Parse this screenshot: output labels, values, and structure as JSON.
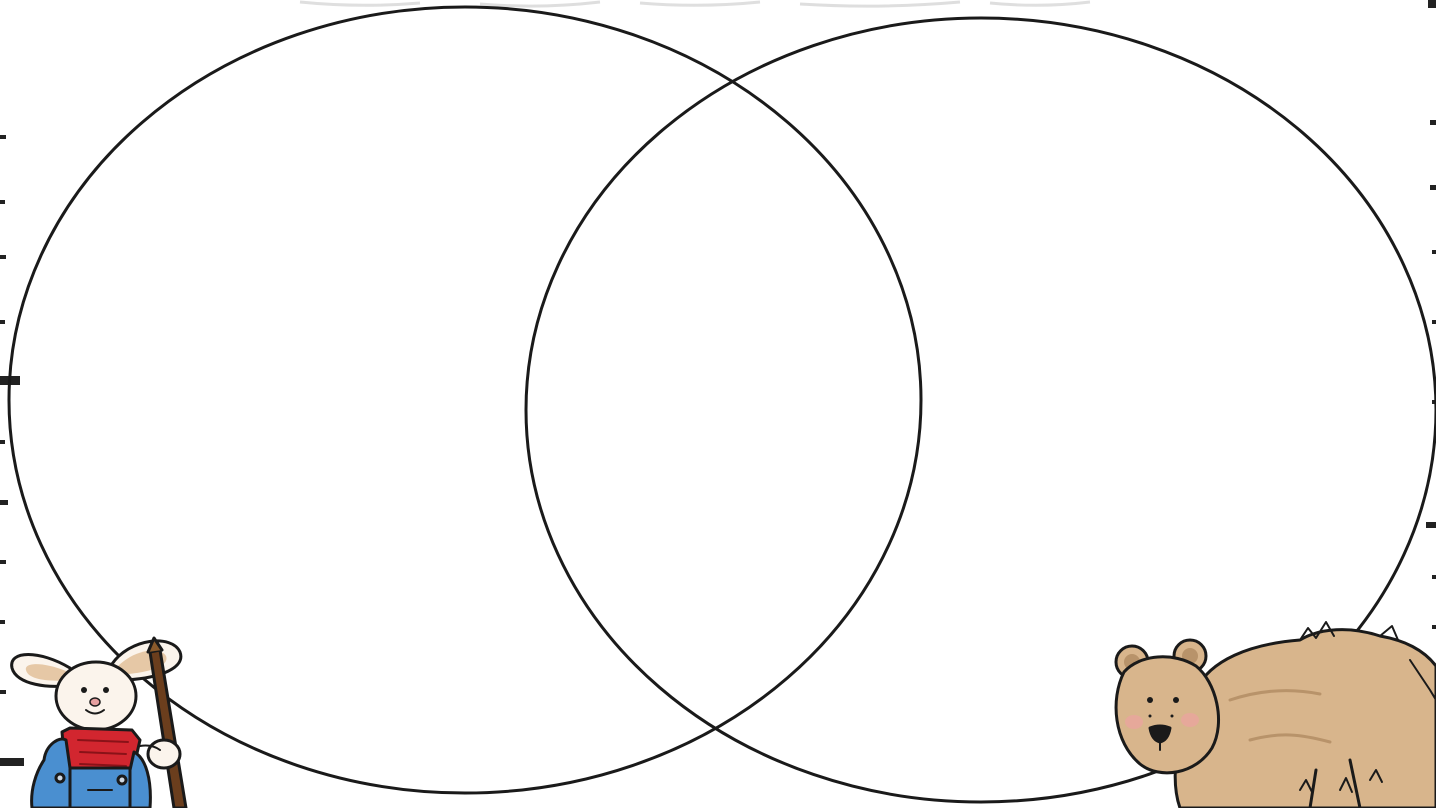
{
  "diagram": {
    "type": "venn",
    "circle_count": 2,
    "circles": [
      {
        "id": "left",
        "stroke": "#1a1a1a",
        "fill": "none"
      },
      {
        "id": "right",
        "stroke": "#1a1a1a",
        "fill": "none"
      }
    ]
  },
  "colors": {
    "background": "#ffffff",
    "outline": "#1a1a1a",
    "bunny_fur": "#fbf4ec",
    "bunny_ear_inner": "#e6c8a6",
    "bunny_overalls": "#4a8fd0",
    "bunny_shirt": "#d2262f",
    "stick": "#6b3e1d",
    "bear_fur": "#d8b58c",
    "bear_fur_dark": "#b8936a",
    "bear_cheek": "#e6a89a"
  },
  "illustrations": [
    {
      "name": "bunny-with-stick-illustration"
    },
    {
      "name": "bear-illustration"
    }
  ],
  "decorations": {
    "side_tick_marks": true
  }
}
